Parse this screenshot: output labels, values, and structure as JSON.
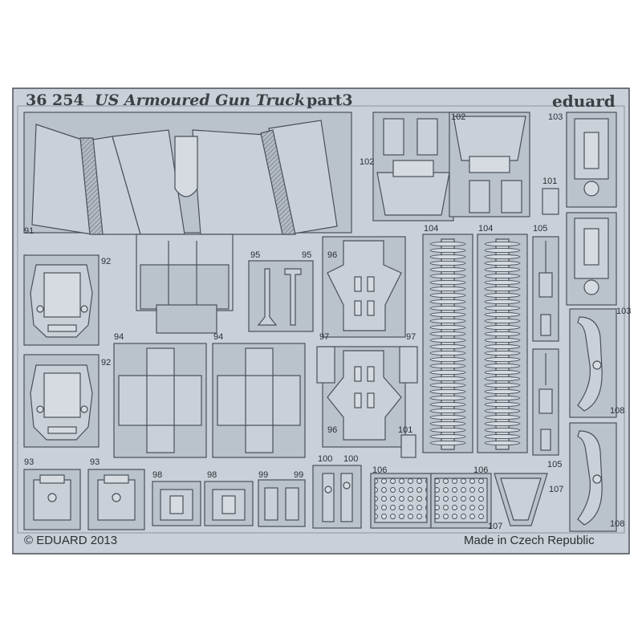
{
  "header": {
    "kit_number": "36 254",
    "title": "US Armoured Gun Truck",
    "part": "part3",
    "brand": "eduard"
  },
  "footer": {
    "copyright": "© EDUARD 2013",
    "origin": "Made in Czech Republic"
  },
  "part_numbers": {
    "p91": "91",
    "p92a": "92",
    "p92b": "92",
    "p93a": "93",
    "p93b": "93",
    "p94a": "94",
    "p94b": "94",
    "p95a": "95",
    "p95b": "95",
    "p96a": "96",
    "p96b": "96",
    "p97a": "97",
    "p97b": "97",
    "p98a": "98",
    "p98b": "98",
    "p99a": "99",
    "p99b": "99",
    "p100a": "100",
    "p100b": "100",
    "p101a": "101",
    "p101b": "101",
    "p102a": "102",
    "p102b": "102",
    "p103a": "103",
    "p103b": "103",
    "p104a": "104",
    "p104b": "104",
    "p105a": "105",
    "p105b": "105",
    "p106a": "106",
    "p106b": "106",
    "p107a": "107",
    "p107b": "107",
    "p108a": "108",
    "p108b": "108"
  },
  "colors": {
    "background": "#ffffff",
    "fret_metal": "#c9d0d8",
    "etch_shade": "#a9b1ba",
    "line": "#4a5058"
  }
}
